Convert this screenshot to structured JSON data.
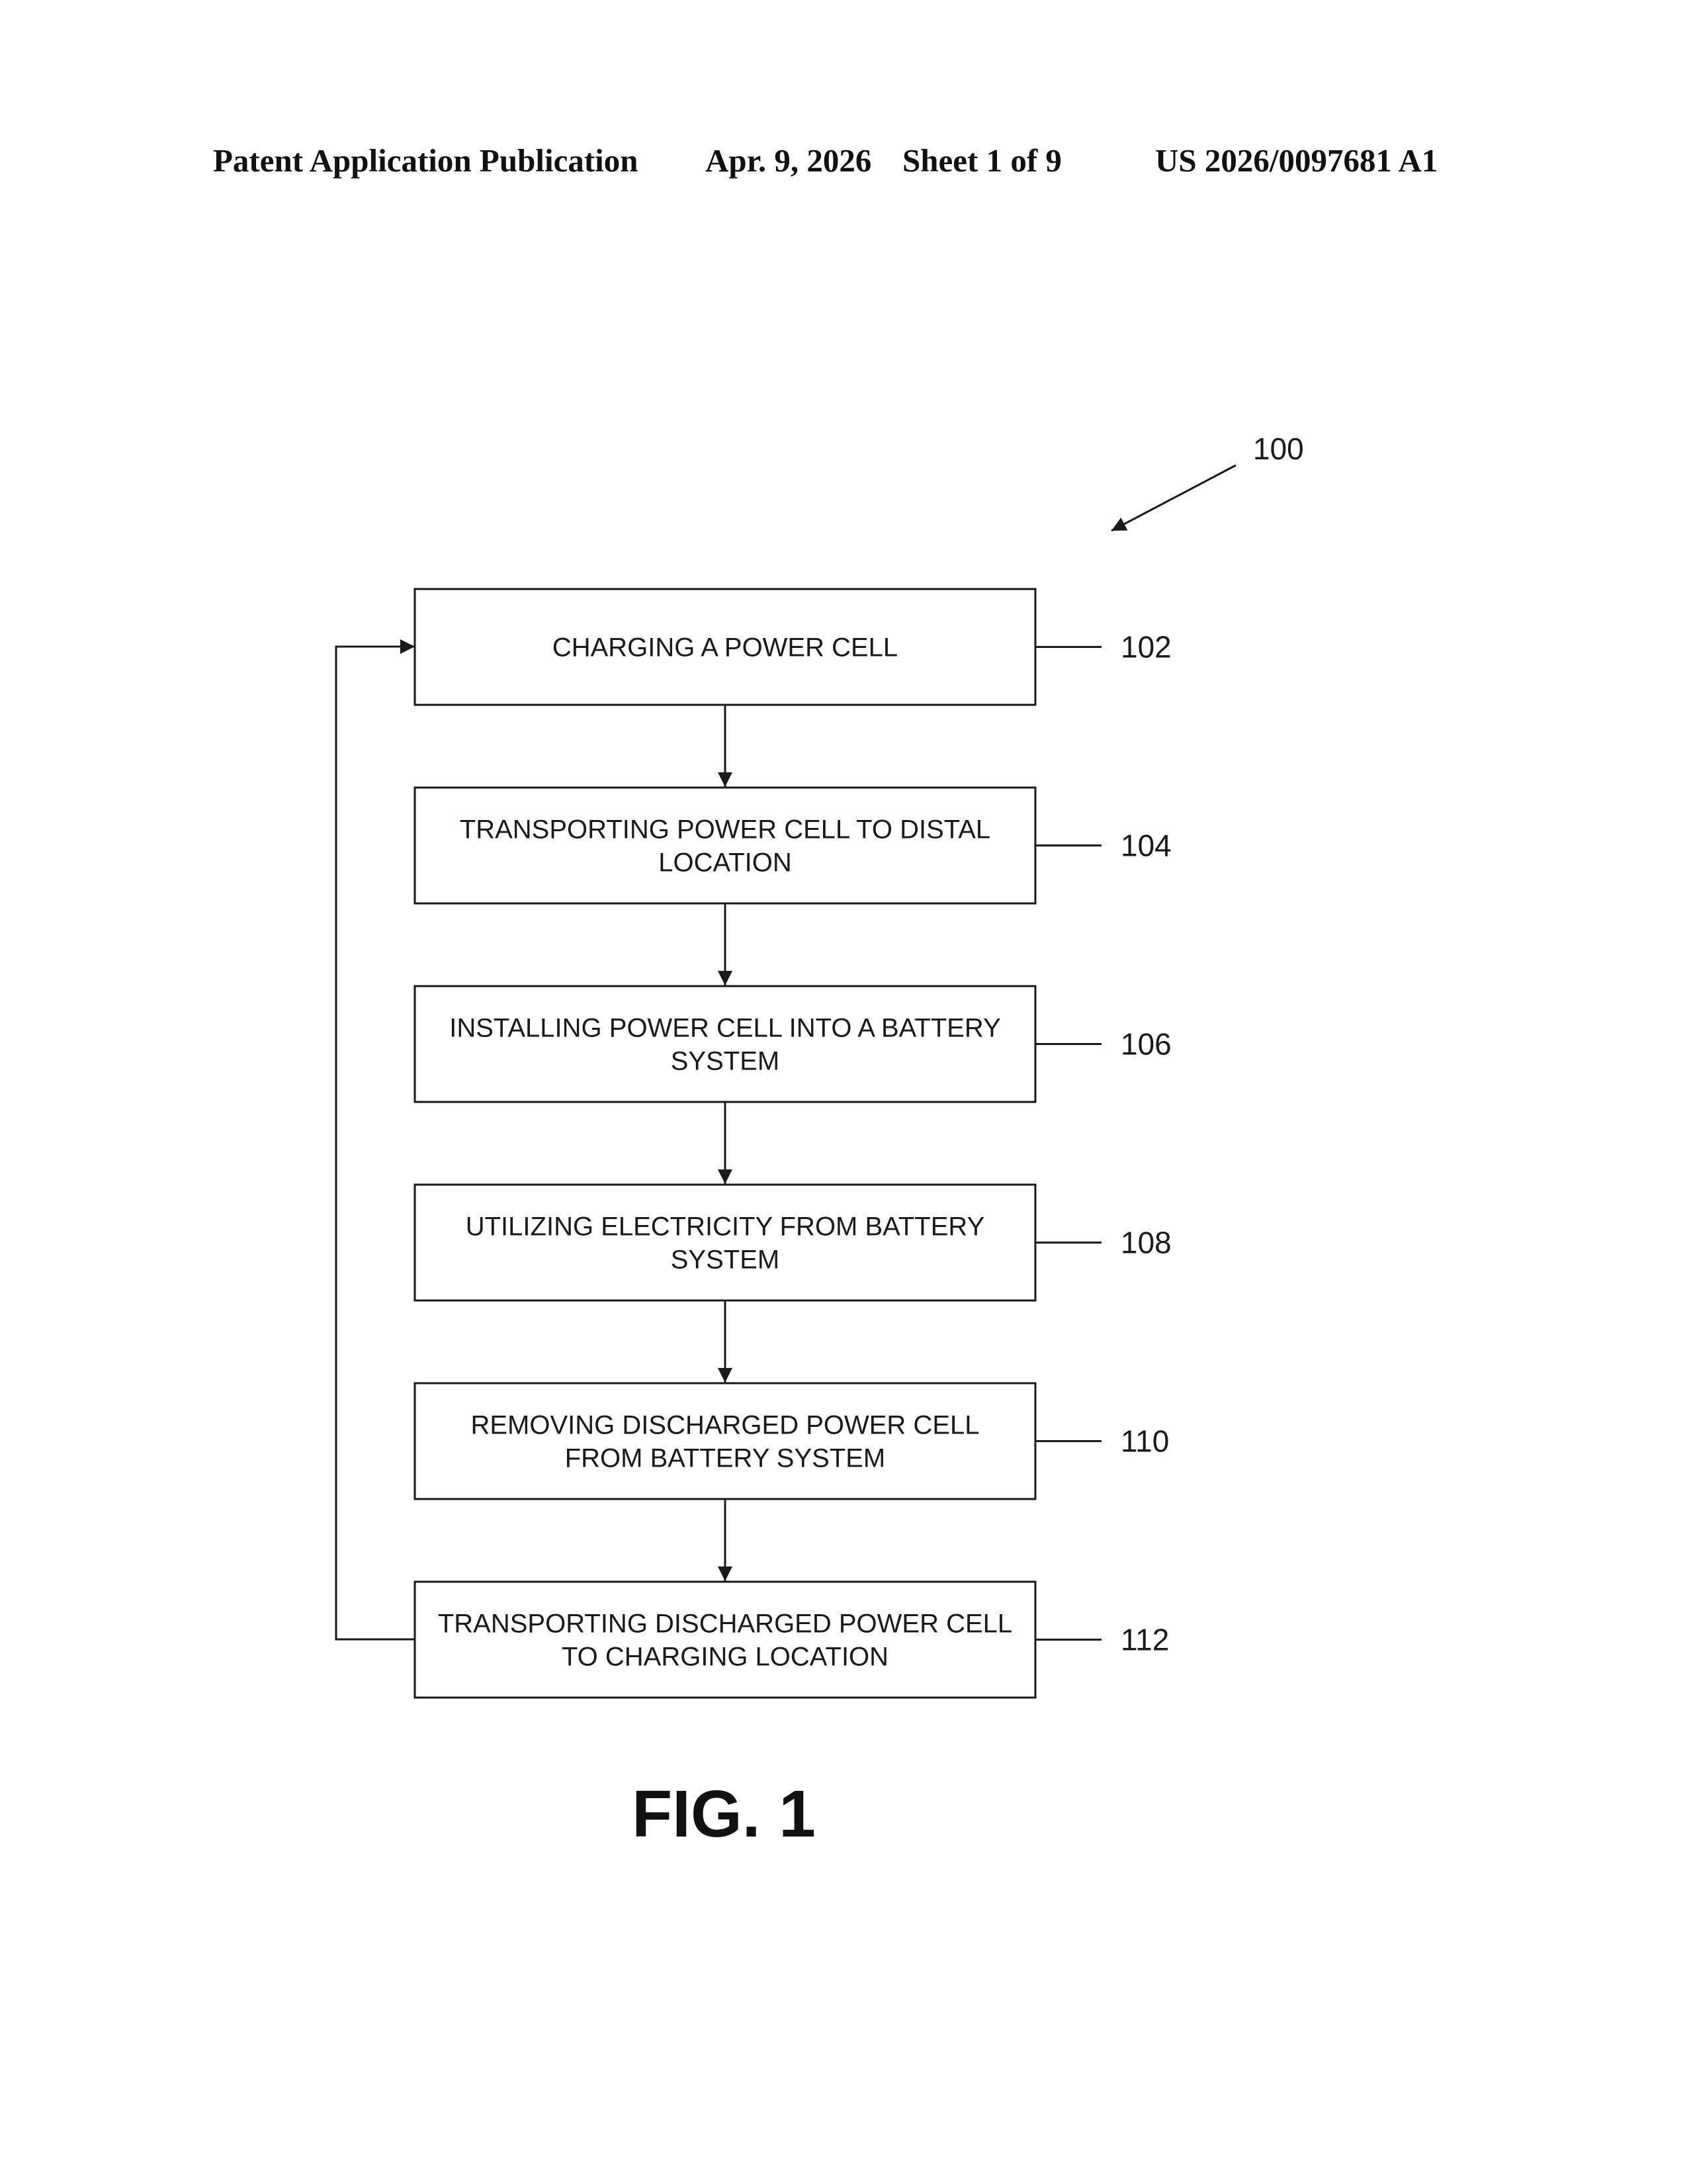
{
  "header": {
    "publication": "Patent Application Publication",
    "date": "Apr. 9, 2026",
    "sheet": "Sheet 1 of 9",
    "number": "US 2026/0097681 A1"
  },
  "figure": {
    "reference": "100",
    "label": "FIG. 1"
  },
  "steps": [
    {
      "ref": "102",
      "lines": [
        "CHARGING A POWER CELL"
      ]
    },
    {
      "ref": "104",
      "lines": [
        "TRANSPORTING POWER CELL TO DISTAL",
        "LOCATION"
      ]
    },
    {
      "ref": "106",
      "lines": [
        "INSTALLING POWER CELL INTO A BATTERY",
        "SYSTEM"
      ]
    },
    {
      "ref": "108",
      "lines": [
        "UTILIZING ELECTRICITY FROM BATTERY",
        "SYSTEM"
      ]
    },
    {
      "ref": "110",
      "lines": [
        "REMOVING DISCHARGED POWER CELL",
        "FROM BATTERY SYSTEM"
      ]
    },
    {
      "ref": "112",
      "lines": [
        "TRANSPORTING DISCHARGED POWER CELL",
        "TO CHARGING LOCATION"
      ]
    }
  ],
  "colors": {
    "stroke": "#1a1a1a"
  }
}
